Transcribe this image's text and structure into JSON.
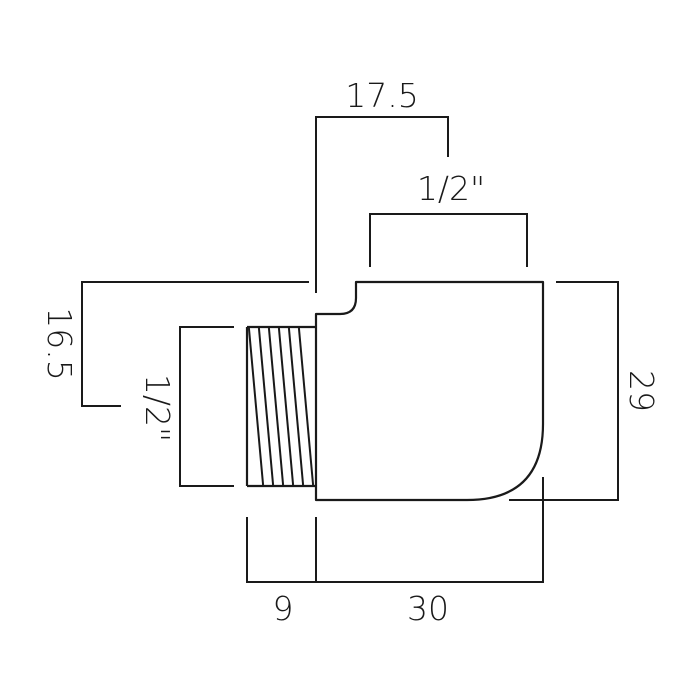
{
  "dimensions": {
    "top_offset": "17.5",
    "top_thread": "1/2\"",
    "left_offset": "16.5",
    "left_thread": "1/2\"",
    "right_height": "29",
    "bottom_thread_length": "9",
    "bottom_body_length": "30"
  },
  "colors": {
    "stroke": "#1a1a1a",
    "background": "#ffffff"
  }
}
